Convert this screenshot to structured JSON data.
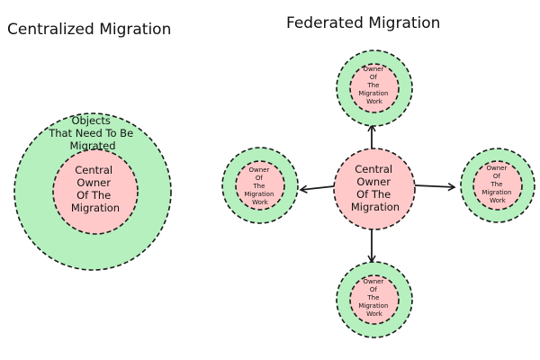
{
  "colors": {
    "outer_ring_fill": "#b6f0bf",
    "inner_circle_fill": "#ffc9c9",
    "stroke": "#1a1a1a"
  },
  "centralized": {
    "title": "Centralized Migration",
    "outer_label": [
      "Objects",
      "That Need To Be",
      "Migrated"
    ],
    "inner_label": [
      "Central",
      "Owner",
      "Of The",
      "Migration"
    ]
  },
  "federated": {
    "title": "Federated Migration",
    "hub_label": [
      "Central",
      "Owner",
      "Of The",
      "Migration"
    ],
    "node_label": [
      "Owner",
      "Of",
      "The",
      "Migration",
      "Work"
    ],
    "nodes": [
      "top",
      "left",
      "right",
      "bottom"
    ]
  }
}
